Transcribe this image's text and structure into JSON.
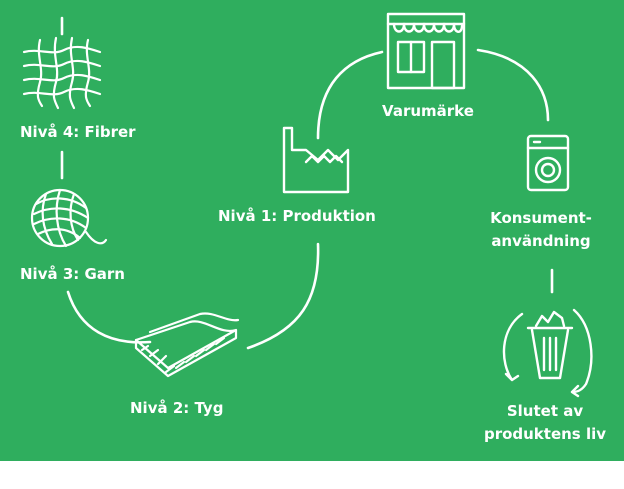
{
  "colors": {
    "background": "#2fae5e",
    "stroke": "#ffffff"
  },
  "stages": [
    {
      "id": "fibrer",
      "label": "Nivå 4: Fibrer",
      "icon": "fiber-grid-icon"
    },
    {
      "id": "garn",
      "label": "Nivå 3: Garn",
      "icon": "yarn-ball-icon"
    },
    {
      "id": "tyg",
      "label": "Nivå 2: Tyg",
      "icon": "fabric-layers-icon"
    },
    {
      "id": "produktion",
      "label": "Nivå 1: Produktion",
      "icon": "factory-icon"
    },
    {
      "id": "varumarke",
      "label": "Varumärke",
      "icon": "storefront-icon"
    },
    {
      "id": "konsument",
      "label_lines": [
        "Konsument-",
        "användning"
      ],
      "icon": "washing-machine-icon"
    },
    {
      "id": "slutet",
      "label_lines": [
        "Slutet av",
        "produktens liv"
      ],
      "icon": "recycle-bin-icon"
    }
  ]
}
